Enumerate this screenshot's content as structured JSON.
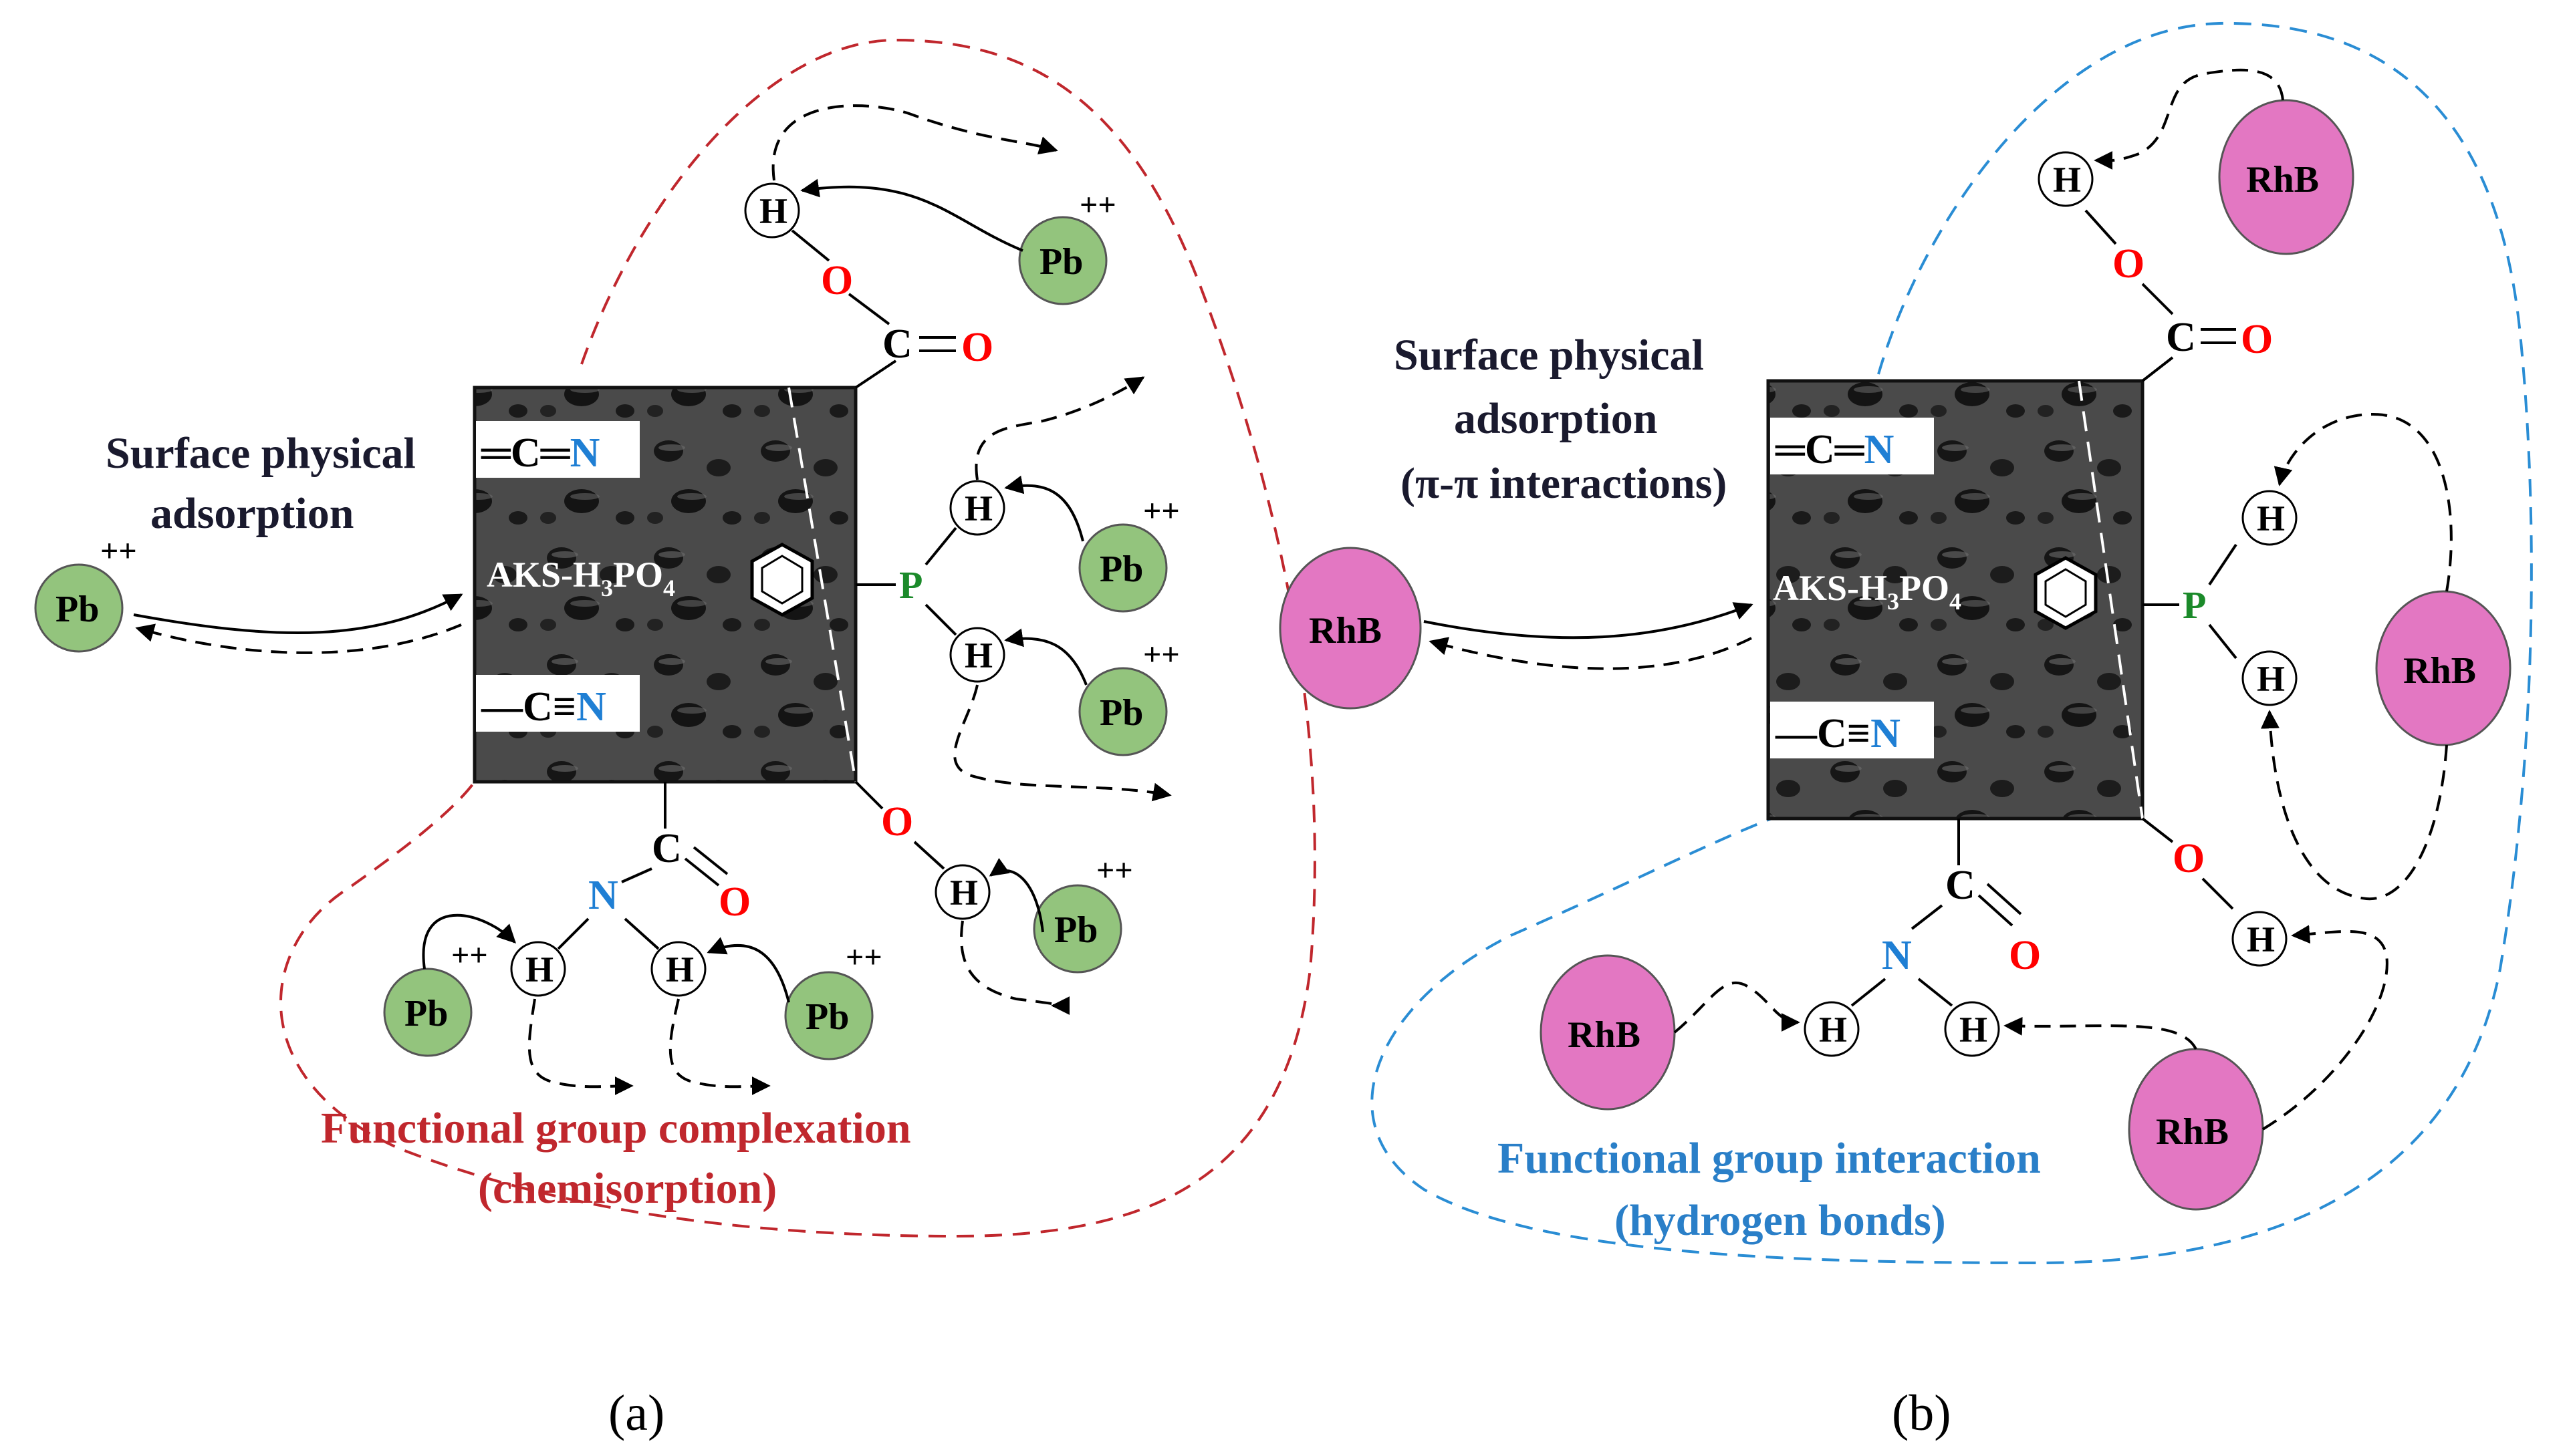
{
  "panels": [
    {
      "id": "a",
      "caption": "(a)",
      "material": "AKS-H",
      "material_sub3": "3",
      "material_po": "PO",
      "material_sub4": "4",
      "physical_label_1": "Surface physical",
      "physical_label_2": "adsorption",
      "physical_label_3": "",
      "functional_label_1": "Functional group complexation",
      "functional_label_2": "(chemisorption)",
      "adsorbate": "Pb",
      "charge": "++",
      "boundary_color": "#c0272d",
      "functional_color": "#c0272d"
    },
    {
      "id": "b",
      "caption": "(b)",
      "material": "AKS-H",
      "material_sub3": "3",
      "material_po": "PO",
      "material_sub4": "4",
      "physical_label_1": "Surface physical",
      "physical_label_2": "adsorption",
      "physical_label_3": "(π-π interactions)",
      "functional_label_1": "Functional group interaction",
      "functional_label_2": "(hydrogen bonds)",
      "adsorbate": "RhB",
      "charge": "",
      "boundary_color": "#2a8dd4",
      "functional_color": "#2a7fc8"
    }
  ],
  "atoms": {
    "H": "H",
    "O": "O",
    "C": "C",
    "N": "N",
    "P": "P",
    "nitrile": "—C≡N",
    "imine": "═C═N"
  },
  "colors": {
    "pb_fill": "#93c47d",
    "rhb_fill": "#e377c2",
    "oxygen": "#ff0000",
    "nitrogen": "#1f7fd4",
    "phosphorus": "#1b8a2a",
    "surface": "#3a3a3a"
  }
}
